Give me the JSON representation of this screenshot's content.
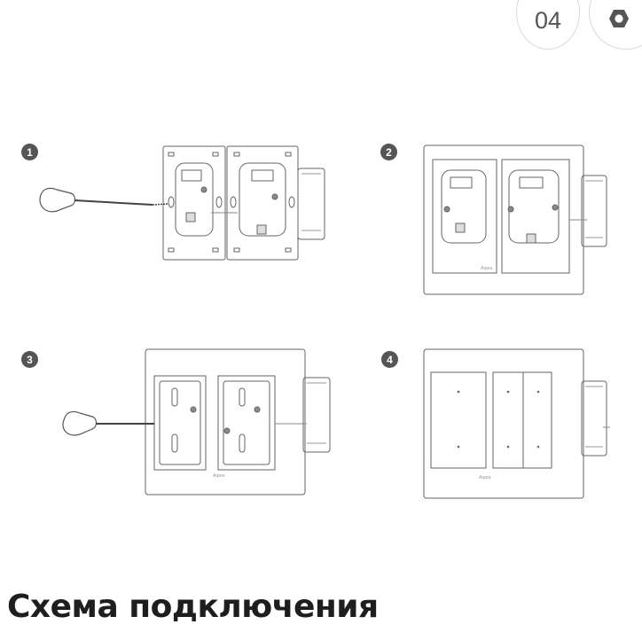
{
  "page_number": "04",
  "steps": [
    {
      "number": "1",
      "brand": ""
    },
    {
      "number": "2",
      "brand": "Aqara"
    },
    {
      "number": "3",
      "brand": "Aqara"
    },
    {
      "number": "4",
      "brand": "Aqara"
    }
  ],
  "section_title": "Схема подключения",
  "icons": [
    "hexagon-nut-icon",
    "screwdriver-icon"
  ]
}
